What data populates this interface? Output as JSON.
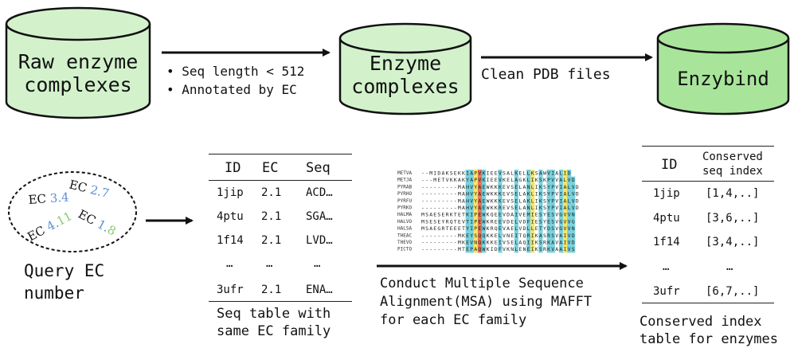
{
  "cylinders": {
    "raw": {
      "line1": "Raw enzyme",
      "line2": "complexes"
    },
    "enzyme": {
      "line1": "Enzyme",
      "line2": "complexes"
    },
    "enzybind": {
      "label": "Enzybind"
    }
  },
  "filters": {
    "bullet1": "•  Seq length < 512",
    "bullet2": "•  Annotated by EC"
  },
  "clean_label": "Clean PDB files",
  "query": {
    "ec_labels": [
      "EC 3.4",
      "EC 2.7",
      "EC 4.11",
      "EC 1.8"
    ],
    "caption_line1": "Query EC",
    "caption_line2": "number"
  },
  "seq_table": {
    "headers": [
      "ID",
      "EC",
      "Seq"
    ],
    "rows": [
      [
        "1jip",
        "2.1",
        "ACD…"
      ],
      [
        "4ptu",
        "2.1",
        "SGA…"
      ],
      [
        "1f14",
        "2.1",
        "LVD…"
      ],
      [
        "…",
        "…",
        "…"
      ],
      [
        "3ufr",
        "2.1",
        "ENA…"
      ]
    ],
    "caption_line1": "Seq table with",
    "caption_line2": "same EC family"
  },
  "msa": {
    "rows": [
      {
        "name": "METVA",
        "seq": "--MIDAKSEKKIAPVKIEEVSALKELLKSAWVIALID"
      },
      {
        "name": "METJA",
        "seq": "---METVKKAKYAPVKIEEVKELAGKLIKSKPVVALVD"
      },
      {
        "name": "PYRAB",
        "seq": "---------MAHVYAEWKKKEVSELANLIKSYPVIALVD"
      },
      {
        "name": "PYRHO",
        "seq": "---------MAHVYAEWKKKEVSELAKLIKSYPVIALVD"
      },
      {
        "name": "PYRFU",
        "seq": "---------MAHVYAEWKKKEVSELAKLIKSYPVIALVD"
      },
      {
        "name": "PYRKO",
        "seq": "---------MAHVYAEWKKREVSELANLIKSYPVIALVD"
      },
      {
        "name": "HALMA",
        "seq": "MSAESERKTETKIPEWKQEEVDAIVEMIESYESVGVVN"
      },
      {
        "name": "HALVO",
        "seq": "MSESEYRQTEVTIPEWKREEVDELVDFIESYESVGVVG"
      },
      {
        "name": "HALSA",
        "seq": "MSAEGRTEEETYIPEWKRQEVAELVDLLETYDSVGVVN"
      },
      {
        "name": "THEAC",
        "seq": "---------MKEYSQQKKELVNEITQRIKASRSVAIVD"
      },
      {
        "name": "THEVO",
        "seq": "---------MKEVNQKKKEIVSELAQIIKSRKAVAIVD"
      },
      {
        "name": "PICTO",
        "seq": "---------MTEPAQWKIDFVKNLENEIKSRKVAAIVS"
      }
    ],
    "caption_line1": "Conduct Multiple Sequence",
    "caption_line2": "Alignment(MSA) using MAFFT",
    "caption_line3": "for each EC family"
  },
  "cons_table": {
    "headers": [
      "ID",
      "Conserved",
      "seq index"
    ],
    "rows": [
      [
        "1jip",
        "[1,4,..]"
      ],
      [
        "4ptu",
        "[3,6,..]"
      ],
      [
        "1f14",
        "[3,4,..]"
      ],
      [
        "…",
        "…"
      ],
      [
        "3ufr",
        "[6,7,..]"
      ]
    ],
    "caption_line1": "Conserved index",
    "caption_line2": "table for enzymes"
  },
  "colors": {
    "raw_fill": "#d3f2cc",
    "enzyme_fill": "#d3f2cc",
    "enzybind_fill": "#a8e59a",
    "stroke": "#111111",
    "ec_blue": "#5b8fd6",
    "ec_green": "#8bc96a"
  }
}
